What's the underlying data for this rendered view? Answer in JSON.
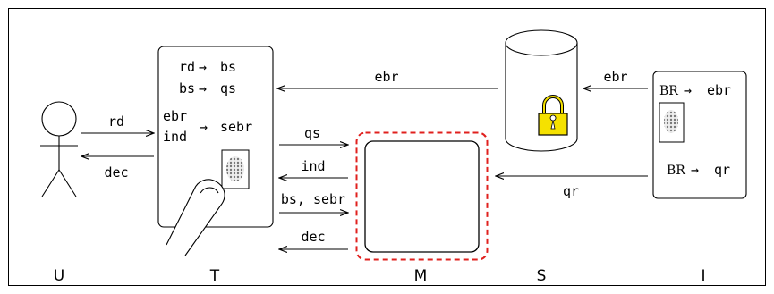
{
  "labels": {
    "u": "U",
    "t": "T",
    "m": "M",
    "s": "S",
    "i": "I"
  },
  "terminal": {
    "line1_left": "rd",
    "line1_right": "bs",
    "line2_left": "bs",
    "line2_right": "qs",
    "line3_left_top": "ebr",
    "line3_left_bottom": "ind",
    "line3_right": "sebr",
    "arrow_glyph": "→",
    "fingerprint_icon": "fingerprint-icon",
    "finger_icon": "finger-icon"
  },
  "issuer": {
    "line1_left": "BR",
    "line1_right": "ebr",
    "line2_left": "BR",
    "line2_right": "qr",
    "arrow_glyph": "→",
    "photo_icon": "fingerprint-photo-icon"
  },
  "server": {
    "icon": "database-cylinder-icon",
    "lock_icon": "padlock-icon",
    "lock_color": "#f5e100"
  },
  "module": {
    "border_color": "#e0201e"
  },
  "arrows": {
    "u_to_t": "rd",
    "t_to_u": "dec",
    "s_to_t": "ebr",
    "i_to_s": "ebr",
    "t_to_m_1": "qs",
    "m_to_t_1": "ind",
    "t_to_m_2": "bs, sebr",
    "m_to_t_2": "dec",
    "i_to_m": "qr"
  }
}
